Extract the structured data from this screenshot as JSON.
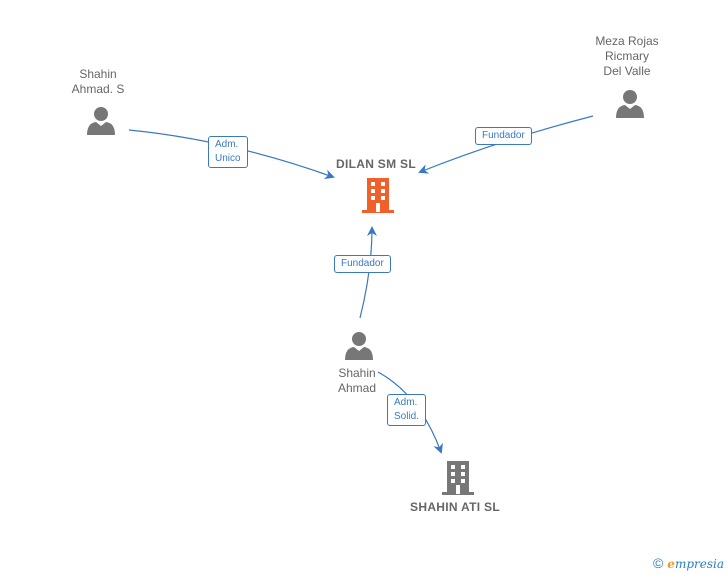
{
  "nodes": {
    "shahin_ahmad_s": {
      "line1": "Shahin",
      "line2": "Ahmad.  S"
    },
    "meza_rojas": {
      "line1": "Meza Rojas",
      "line2": "Ricmary",
      "line3": "Del Valle"
    },
    "dilan_sm": {
      "label": "DILAN SM  SL"
    },
    "shahin_ahmad": {
      "line1": "Shahin",
      "line2": "Ahmad"
    },
    "shahin_ati": {
      "label": "SHAHIN ATI  SL"
    }
  },
  "edges": {
    "adm_unico": {
      "line1": "Adm.",
      "line2": "Unico"
    },
    "fundador_meza": {
      "label": "Fundador"
    },
    "fundador_shahin": {
      "label": "Fundador"
    },
    "adm_solid": {
      "line1": "Adm.",
      "line2": "Solid."
    }
  },
  "footer": {
    "copyright": "©",
    "brand_first": "e",
    "brand_rest": "mpresia"
  },
  "colors": {
    "edge": "#3a78c3",
    "person": "#777777",
    "company_main": "#f0602a",
    "company_other": "#777777"
  }
}
